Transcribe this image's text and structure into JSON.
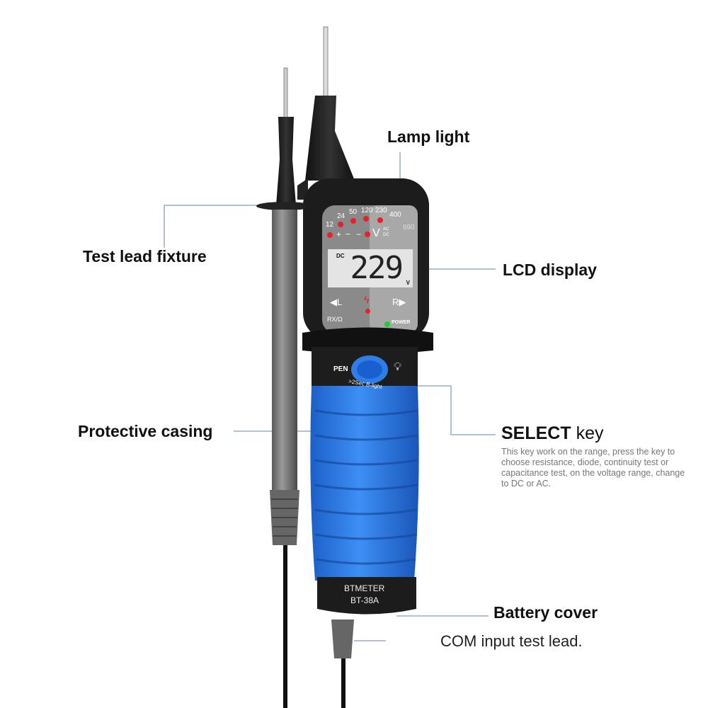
{
  "labels": {
    "lamp_light": "Lamp light",
    "test_lead_fixture": "Test lead fixture",
    "lcd_display": "LCD display",
    "protective_casing": "Protective casing",
    "select_key_bold": "SELECT",
    "select_key_rest": " key",
    "select_key_description": "This key work on the range, press the key to choose resistance, diode, continuity test or capacitance test, on the voltage range, change to DC or AC.",
    "battery_cover": "Battery cover",
    "com_input": "COM input test lead."
  },
  "device": {
    "voltage_leds": [
      "12",
      "24",
      "50",
      "120",
      "230",
      "400",
      "690"
    ],
    "symbols": [
      "+",
      "~",
      "−"
    ],
    "v_unit": "V",
    "ac": "AC",
    "dc_small": "DC",
    "lcd_mode": "DC",
    "lcd_value": "229",
    "lcd_unit": "V",
    "left_indicator": "◀L",
    "right_indicator": "R▶",
    "rx_label": "RX/Ω",
    "power_label": "POWER",
    "pen_label": "PEN",
    "backlight_hint": ">2Sec B-light",
    "brand": "BTMETER",
    "model": "BT-38A"
  },
  "colors": {
    "casing_blue": "#2f7ee8",
    "body_black": "#1c1c1c",
    "led_red": "#e8202a",
    "led_green": "#22cc33",
    "leader_line": "#7f9fc0"
  }
}
